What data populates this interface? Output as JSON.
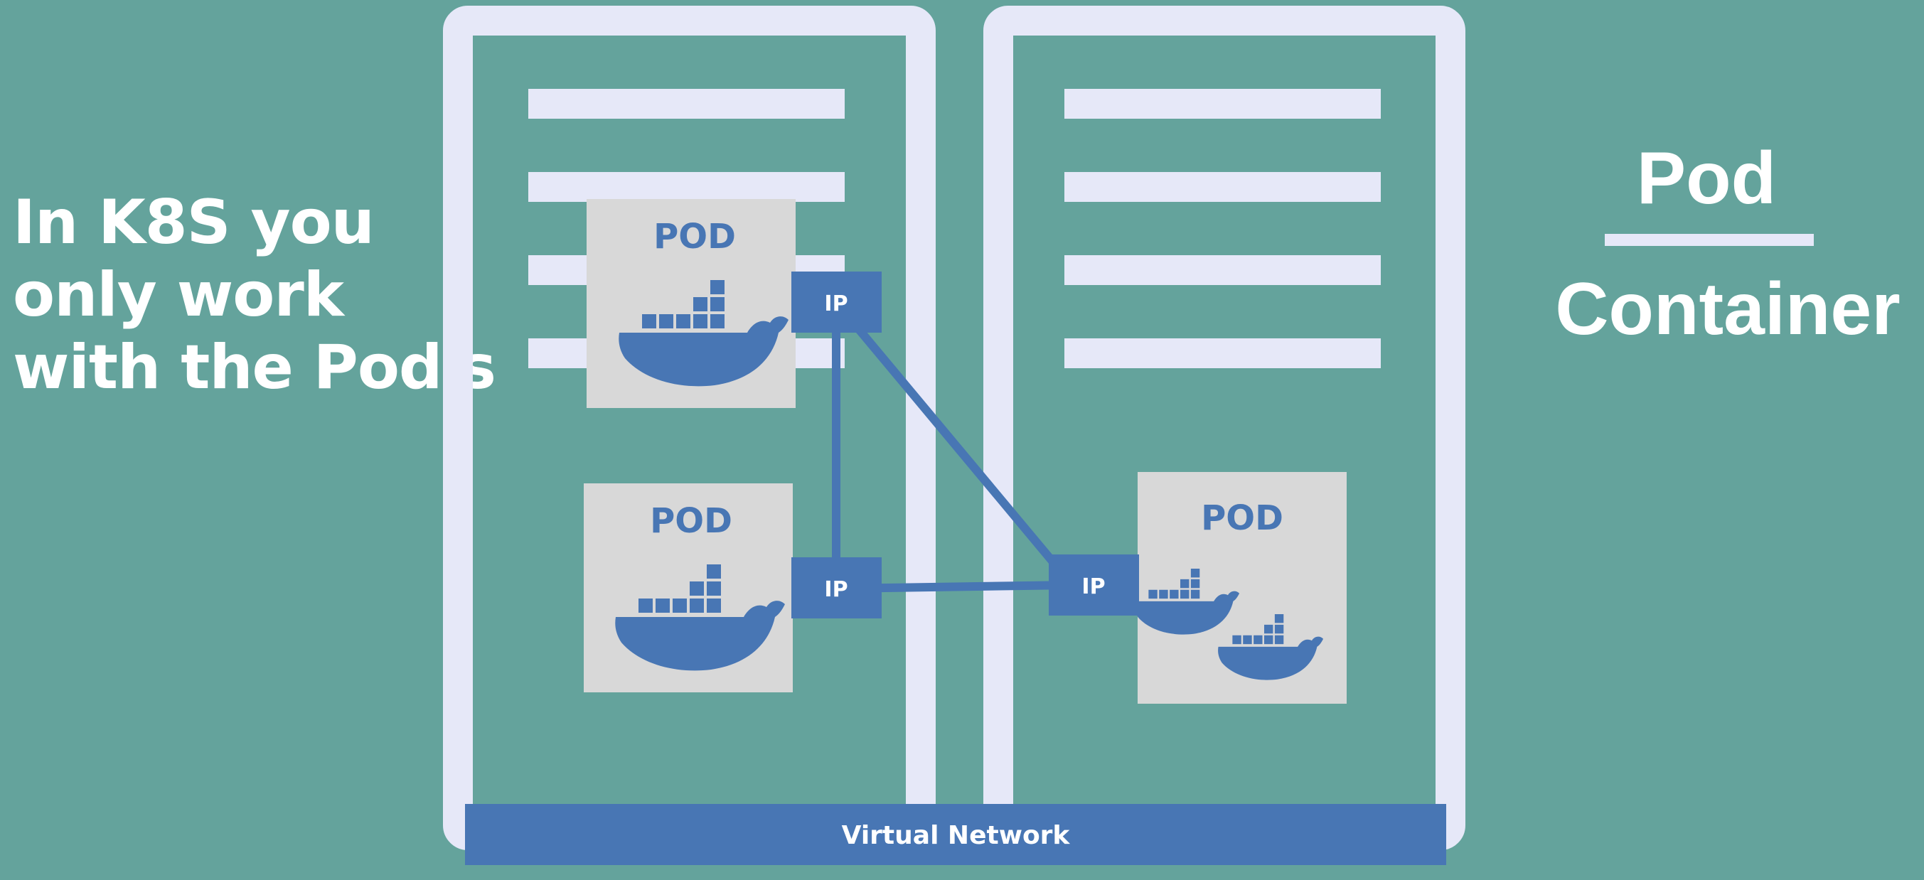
{
  "caption": {
    "lines": [
      "In K8S you",
      "only work",
      "with the Pod's"
    ]
  },
  "fraction": {
    "numerator": "Pod",
    "denominator": "Container"
  },
  "nodes": [
    {
      "pods": [
        {
          "label": "POD",
          "ip_label": "IP",
          "containers": 1
        },
        {
          "label": "POD",
          "ip_label": "IP",
          "containers": 1
        }
      ]
    },
    {
      "pods": [
        {
          "label": "POD",
          "ip_label": "IP",
          "containers": 2
        }
      ]
    }
  ],
  "network": {
    "label": "Virtual Network"
  },
  "colors": {
    "background": "#64a39c",
    "server_frame": "#e6e8f8",
    "pod_box": "#d8d8d8",
    "docker_blue": "#4876b4",
    "text": "#ffffff"
  },
  "icons": [
    "docker-whale-icon"
  ]
}
